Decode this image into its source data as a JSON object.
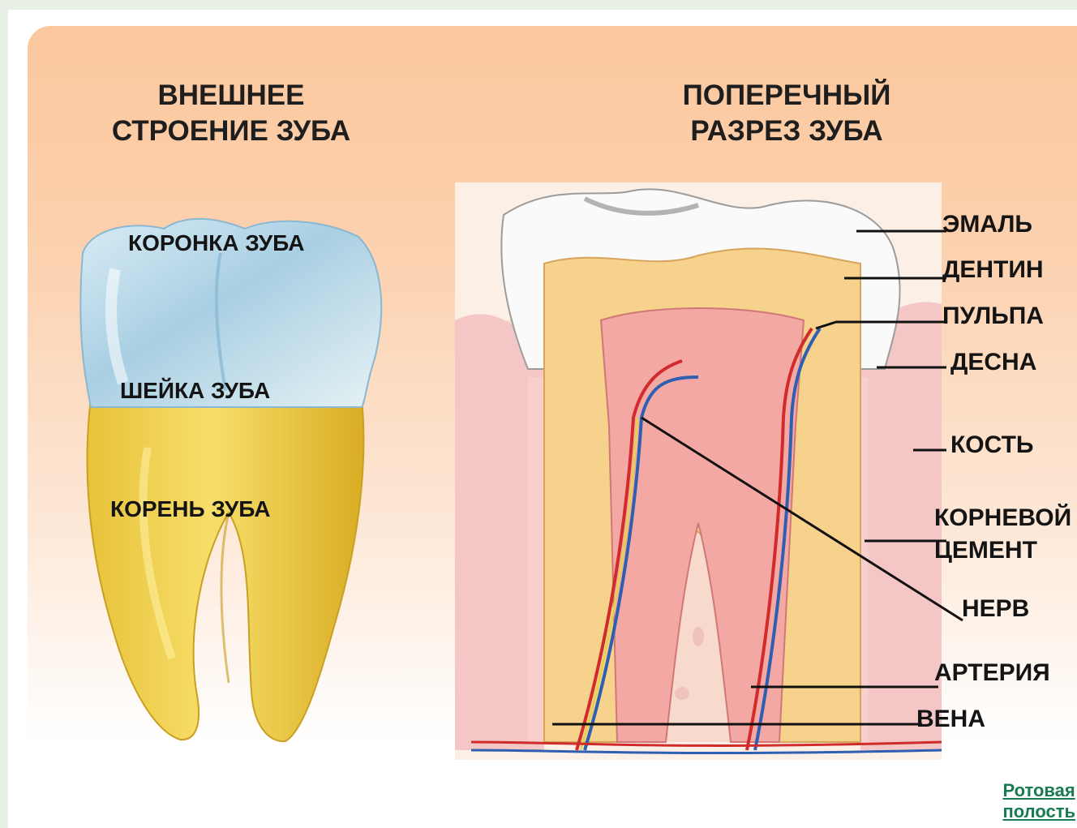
{
  "titles": {
    "external": [
      "ВНЕШНЕЕ",
      "СТРОЕНИЕ ЗУБА"
    ],
    "cross_section": [
      "ПОПЕРЕЧНЫЙ",
      "РАЗРЕЗ ЗУБА"
    ]
  },
  "external_labels": {
    "crown": "КОРОНКА ЗУБА",
    "neck": "ШЕЙКА ЗУБА",
    "root": "КОРЕНЬ ЗУБА"
  },
  "section_labels": {
    "enamel": "ЭМАЛЬ",
    "dentin": "ДЕНТИН",
    "pulp": "ПУЛЬПА",
    "gum": "ДЕСНА",
    "bone": "КОСТЬ",
    "cement_1": "КОРНЕВОЙ",
    "cement_2": "ЦЕМЕНТ",
    "nerve": "НЕРВ",
    "artery": "АРТЕРИЯ",
    "vein": "ВЕНА"
  },
  "nav_link": [
    "Ротовая",
    "полость"
  ]
}
